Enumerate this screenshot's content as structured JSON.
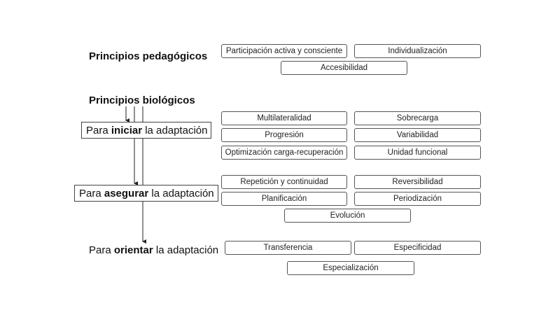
{
  "pedagogicos": {
    "title": "Principios pedagógicos",
    "items": [
      "Participación activa y consciente",
      "Individualización",
      "Accesibilidad"
    ]
  },
  "biologicos": {
    "title": "Principios biológicos"
  },
  "iniciar": {
    "pre": "Para",
    "bold": "iniciar",
    "post": "la adaptación",
    "items": [
      "Multilateralidad",
      "Sobrecarga",
      "Progresión",
      "Variabilidad",
      "Optimización carga-recuperación",
      "Unidad funcional"
    ]
  },
  "asegurar": {
    "pre": "Para",
    "bold": "asegurar",
    "post": "la adaptación",
    "items": [
      "Repetición y continuidad",
      "Reversibilidad",
      "Planificación",
      "Periodización",
      "Evolución"
    ]
  },
  "orientar": {
    "pre": "Para",
    "bold": "orientar",
    "post": "la adaptación",
    "items": [
      "Transferencia",
      "Especificidad",
      "Especialización"
    ]
  }
}
